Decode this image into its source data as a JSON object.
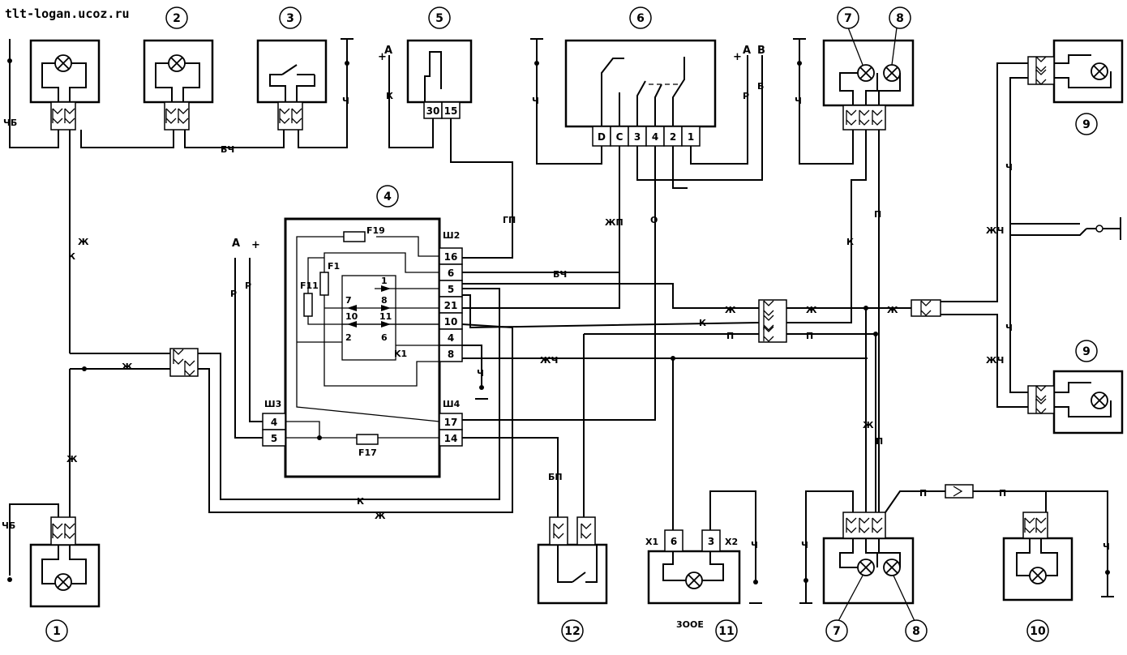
{
  "header": {
    "site": "tlt-logan.ucoz.ru"
  },
  "components": {
    "c1": "1",
    "c2": "2",
    "c3": "3",
    "c4": "4",
    "c5": "5",
    "c6": "6",
    "c7": "7",
    "c8": "8",
    "c9": "9",
    "c10": "10",
    "c11": "11",
    "c12": "12"
  },
  "wires": {
    "chb": "ЧБ",
    "bch": "БЧ",
    "ch": "Ч",
    "zh": "Ж",
    "k": "К",
    "p": "П",
    "gp": "ГП",
    "zhp": "ЖП",
    "o": "О",
    "zhch": "ЖЧ",
    "bp": "БП",
    "r": "Р",
    "b": "Б"
  },
  "terminals": {
    "a": "A",
    "b": "B",
    "plus": "+",
    "sh2": "Ш2",
    "sh3": "Ш3",
    "sh4": "Ш4",
    "f19": "F19",
    "f1": "F1",
    "f11": "F11",
    "f17": "F17",
    "k1": "K1",
    "x1": "X1",
    "x2": "X2",
    "bottom_code": "3OOE"
  },
  "relay5_pins": [
    "30",
    "15"
  ],
  "switch6_pins": [
    "D",
    "C",
    "3",
    "4",
    "2",
    "1"
  ],
  "sh2_pins": [
    "16",
    "6",
    "5",
    "21",
    "10",
    "4",
    "8"
  ],
  "sh3_pins": [
    "4",
    "5"
  ],
  "sh4_pins": [
    "17",
    "14"
  ],
  "k1_pins": [
    "1",
    "8",
    "7",
    "10",
    "11",
    "2",
    "6"
  ],
  "lamp11_pins": [
    "6",
    "3"
  ]
}
